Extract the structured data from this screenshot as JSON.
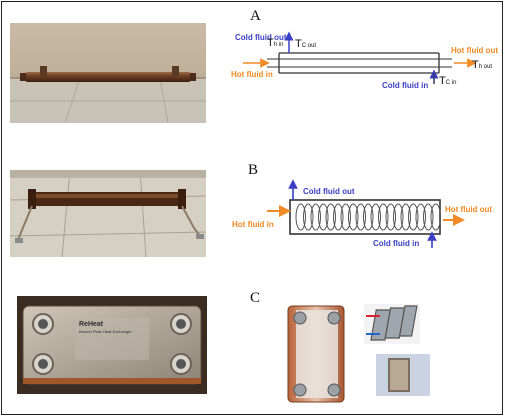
{
  "panels": [
    {
      "letter": "A"
    },
    {
      "letter": "B"
    },
    {
      "letter": "C"
    }
  ],
  "diagram_a": {
    "cold_out": "Cold fluid out",
    "th_in_main": "T",
    "th_in_sub": "h in",
    "tc_out_main": "T",
    "tc_out_sub": "C out",
    "hot_out": "Hot fluid out",
    "th_out_main": "T",
    "th_out_sub": "h out",
    "hot_in": "Hot fluid in",
    "cold_in": "Cold fluid in",
    "tc_in_main": "T",
    "tc_in_sub": "C in"
  },
  "diagram_b": {
    "cold_out": "Cold fluid out",
    "hot_in": "Hot fluid in",
    "hot_out": "Hot fluid out",
    "cold_in": "Cold fluid in"
  },
  "photo_c": {
    "brand": "ReHeat",
    "subtitle": "Brazed Plate Heat Exchanger"
  },
  "colors": {
    "hot": "#f08a24",
    "cold": "#3a3fc4",
    "pipe": "#333333",
    "copper": "#a0522d"
  }
}
